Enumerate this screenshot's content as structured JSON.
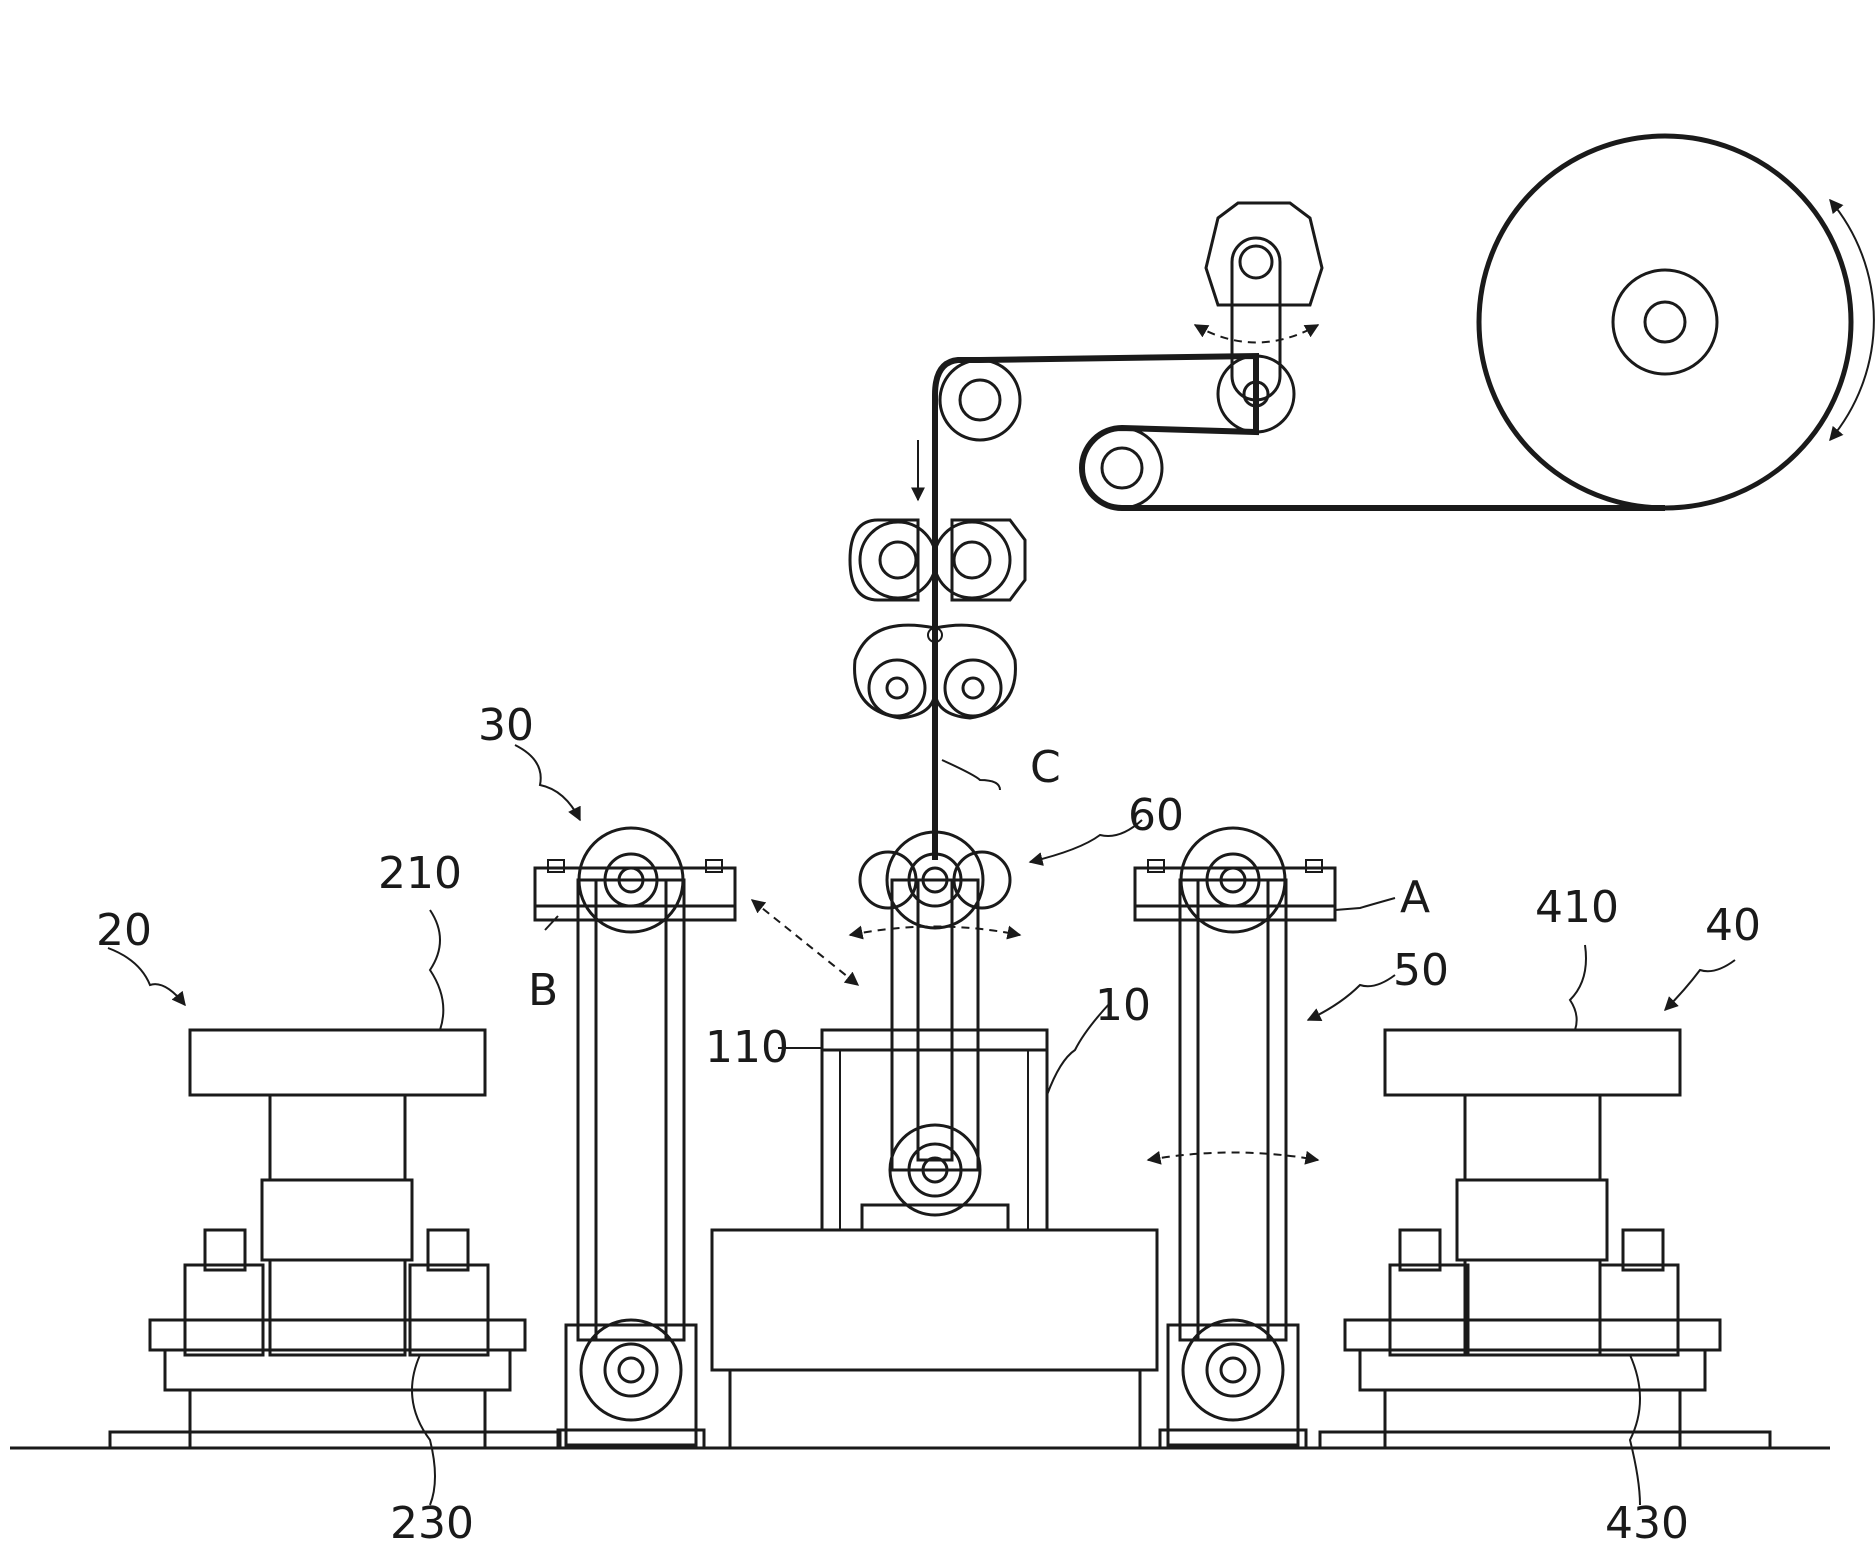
{
  "labels": {
    "l10": "10",
    "l110": "110",
    "l20": "20",
    "l210": "210",
    "l230": "230",
    "l30": "30",
    "lB": "B",
    "l40": "40",
    "l410": "410",
    "l430": "430",
    "l50": "50",
    "lA": "A",
    "l60": "60",
    "lC": "C"
  }
}
